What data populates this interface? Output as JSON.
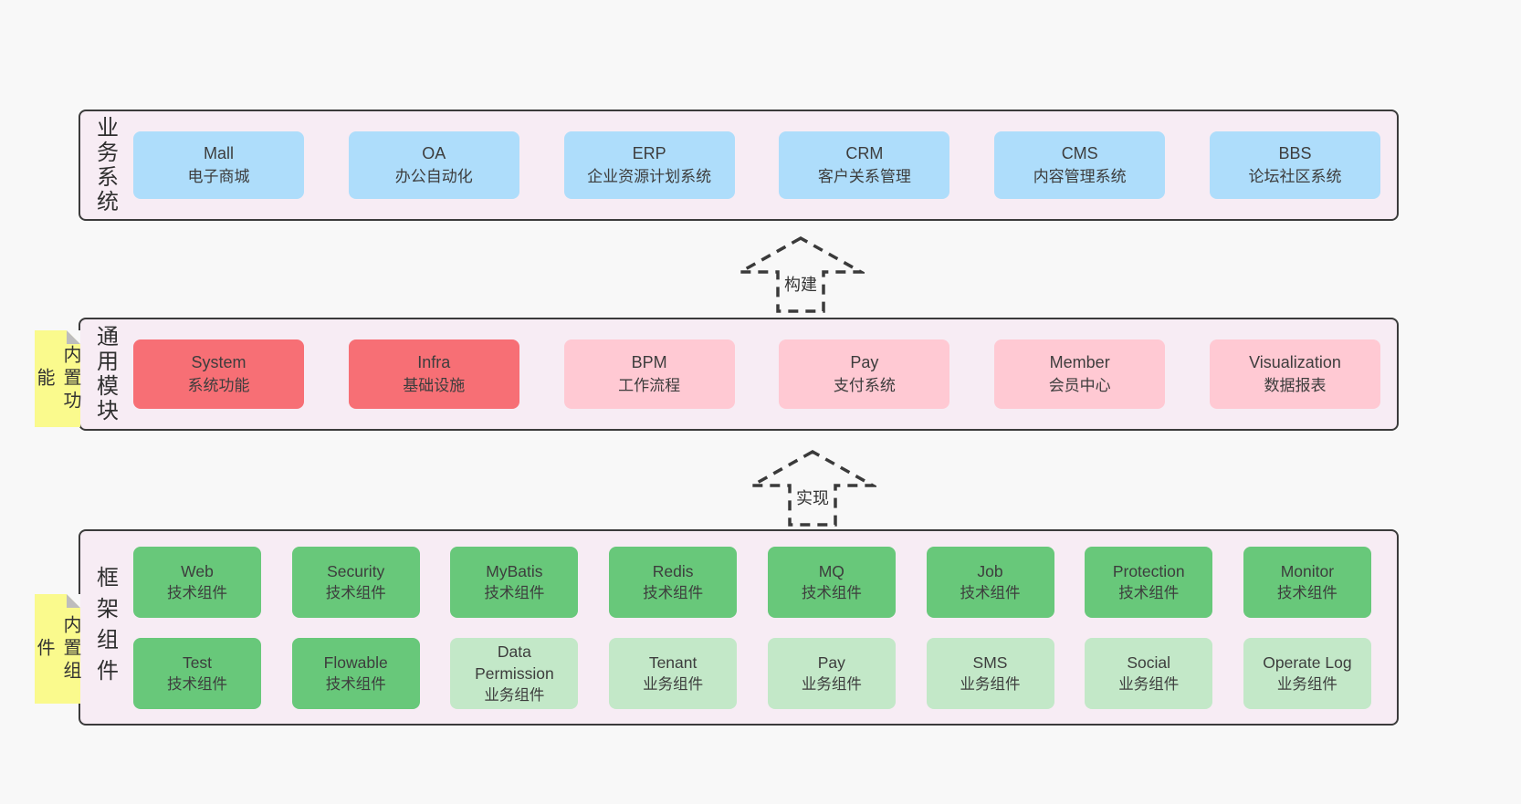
{
  "colors": {
    "page_background": "#f8f8f8",
    "band_background": "#f7ecf4",
    "band_border": "#3b3b3b",
    "blue": "#aeddfb",
    "red": "#f76f75",
    "pink": "#ffc9d3",
    "green": "#68c87a",
    "lightgreen": "#c3e8c8",
    "note_yellow": "#fafa8d",
    "note_fold_gray": "#bdbdbd",
    "text": "#3d3d3d"
  },
  "arrows": [
    {
      "label": "构建"
    },
    {
      "label": "实现"
    }
  ],
  "bands": [
    {
      "label": "业务系统",
      "rows": [
        [
          {
            "name": "Mall",
            "sub": "电子商城",
            "variant": "blue"
          },
          {
            "name": "OA",
            "sub": "办公自动化",
            "variant": "blue"
          },
          {
            "name": "ERP",
            "sub": "企业资源计划系统",
            "variant": "blue"
          },
          {
            "name": "CRM",
            "sub": "客户关系管理",
            "variant": "blue"
          },
          {
            "name": "CMS",
            "sub": "内容管理系统",
            "variant": "blue"
          },
          {
            "name": "BBS",
            "sub": "论坛社区系统",
            "variant": "blue"
          }
        ]
      ]
    },
    {
      "label": "通用模块",
      "note": "内置功能",
      "rows": [
        [
          {
            "name": "System",
            "sub": "系统功能",
            "variant": "red"
          },
          {
            "name": "Infra",
            "sub": "基础设施",
            "variant": "red"
          },
          {
            "name": "BPM",
            "sub": "工作流程",
            "variant": "pink"
          },
          {
            "name": "Pay",
            "sub": "支付系统",
            "variant": "pink"
          },
          {
            "name": "Member",
            "sub": "会员中心",
            "variant": "pink"
          },
          {
            "name": "Visualization",
            "sub": "数据报表",
            "variant": "pink"
          }
        ]
      ]
    },
    {
      "label": "框架组件",
      "note": "内置组件",
      "rows": [
        [
          {
            "name": "Web",
            "sub": "技术组件",
            "variant": "green"
          },
          {
            "name": "Security",
            "sub": "技术组件",
            "variant": "green"
          },
          {
            "name": "MyBatis",
            "sub": "技术组件",
            "variant": "green"
          },
          {
            "name": "Redis",
            "sub": "技术组件",
            "variant": "green"
          },
          {
            "name": "MQ",
            "sub": "技术组件",
            "variant": "green"
          },
          {
            "name": "Job",
            "sub": "技术组件",
            "variant": "green"
          },
          {
            "name": "Protection",
            "sub": "技术组件",
            "variant": "green"
          },
          {
            "name": "Monitor",
            "sub": "技术组件",
            "variant": "green"
          }
        ],
        [
          {
            "name": "Test",
            "sub": "技术组件",
            "variant": "green"
          },
          {
            "name": "Flowable",
            "sub": "技术组件",
            "variant": "green"
          },
          {
            "name": "Data Permission",
            "sub": "业务组件",
            "variant": "lightgreen"
          },
          {
            "name": "Tenant",
            "sub": "业务组件",
            "variant": "lightgreen"
          },
          {
            "name": "Pay",
            "sub": "业务组件",
            "variant": "lightgreen"
          },
          {
            "name": "SMS",
            "sub": "业务组件",
            "variant": "lightgreen"
          },
          {
            "name": "Social",
            "sub": "业务组件",
            "variant": "lightgreen"
          },
          {
            "name": "Operate Log",
            "sub": "业务组件",
            "variant": "lightgreen"
          }
        ]
      ]
    }
  ]
}
